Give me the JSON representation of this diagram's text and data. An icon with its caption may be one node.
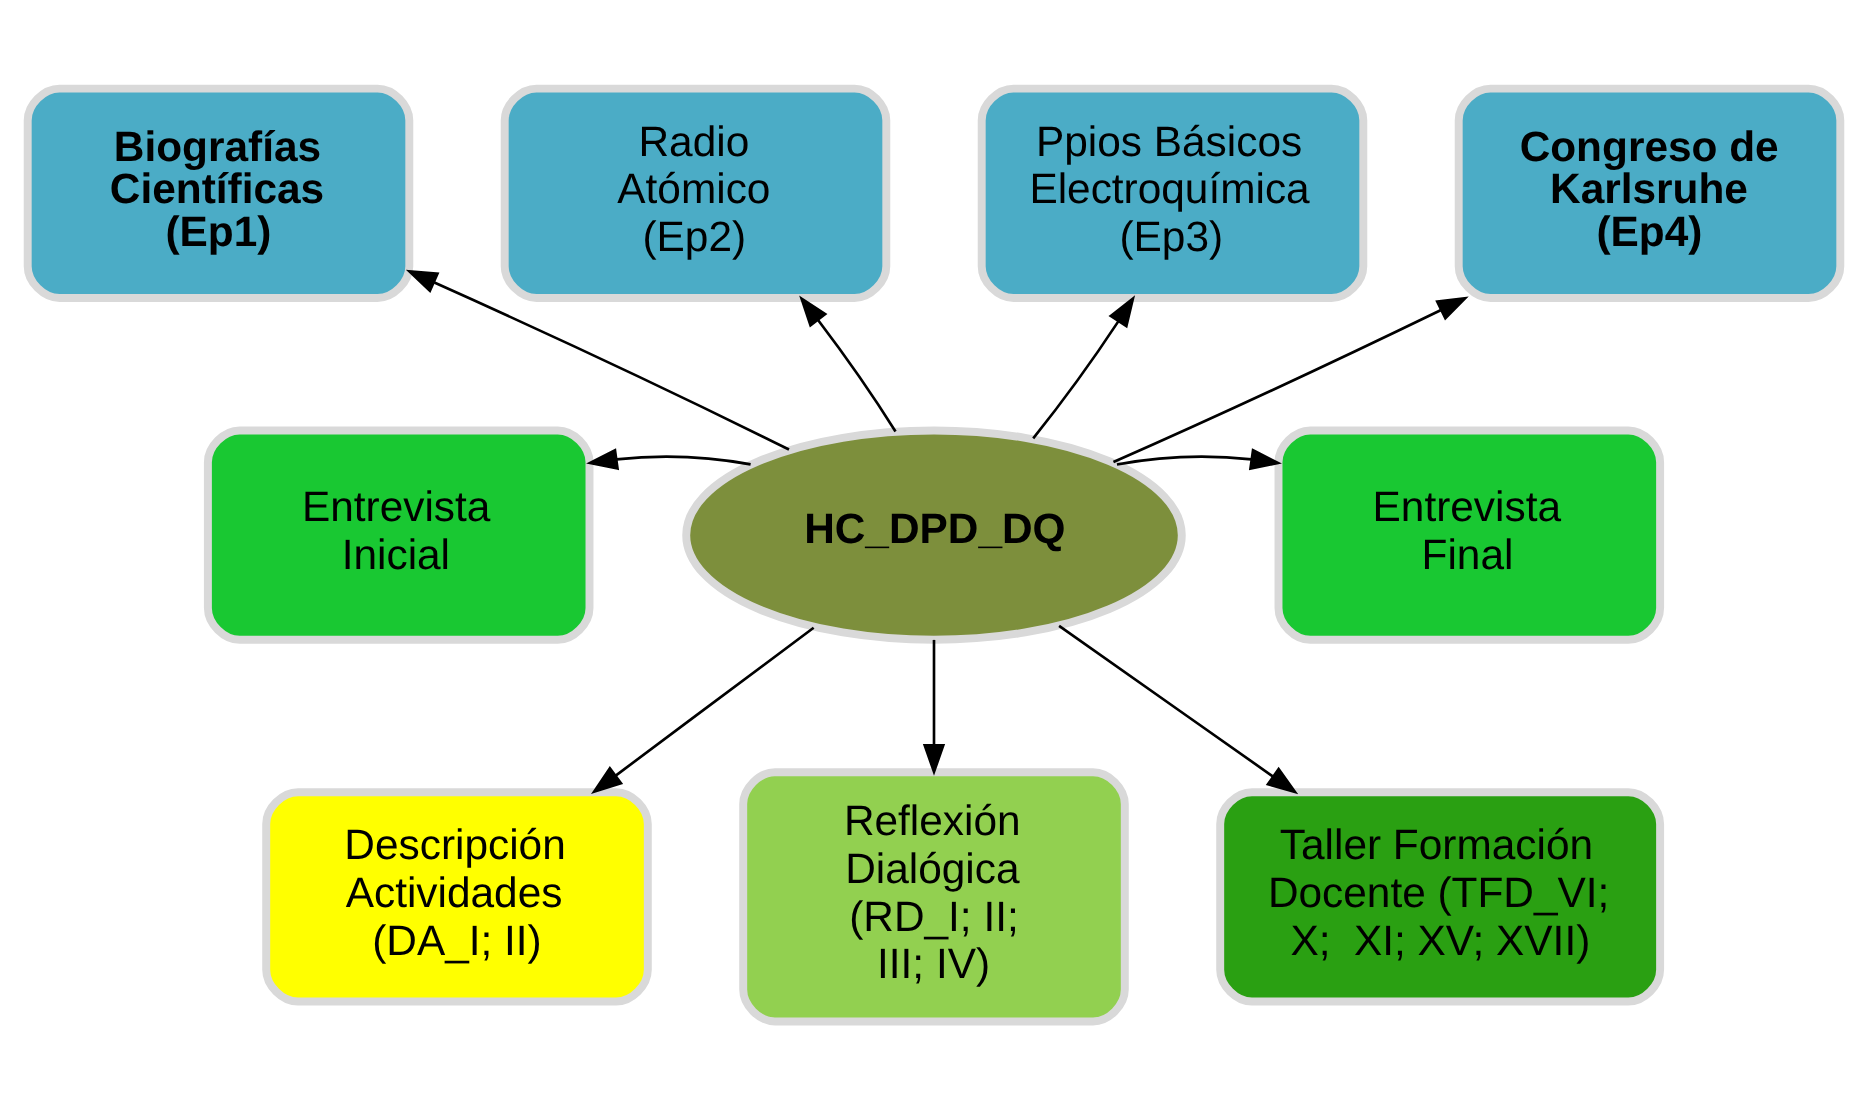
{
  "diagram": {
    "nodes": [
      {
        "text": [
          "Biografías Científicas (Ep1)"
        ]
      },
      {
        "text": [
          "Radio Atómico (Ep2)"
        ]
      },
      {
        "text": [
          "Ppios Básicos Electroquímica (Ep3)"
        ]
      },
      {
        "text": [
          "Congreso de Karlsruhe (Ep4)"
        ]
      },
      {
        "text": [
          "Entrevista Inicial"
        ]
      },
      {
        "text": [
          "HC_DPD_DQ"
        ]
      },
      {
        "text": [
          "Entrevista Final"
        ]
      },
      {
        "text": [
          "Descripción Actividades (DA_I; II)"
        ]
      },
      {
        "text": [
          "Reflexión Dialógica (RD_I; II; III; IV)"
        ]
      },
      {
        "text": [
          "Taller Formación Docente (TFD_VI; X;  XI; XV; XVII)"
        ]
      }
    ],
    "edges": [
      {
        "from": 5,
        "to": 0,
        "arrow": "to"
      },
      {
        "from": 5,
        "to": 1,
        "arrow": "to"
      },
      {
        "from": 5,
        "to": 2,
        "arrow": "to"
      },
      {
        "from": 5,
        "to": 3,
        "arrow": "to"
      },
      {
        "from": 5,
        "to": 4,
        "arrow": "to"
      },
      {
        "from": 5,
        "to": 6,
        "arrow": "to"
      },
      {
        "from": 5,
        "to": 7,
        "arrow": "to"
      },
      {
        "from": 5,
        "to": 8,
        "arrow": "to"
      },
      {
        "from": 5,
        "to": 9,
        "arrow": "to"
      }
    ]
  }
}
